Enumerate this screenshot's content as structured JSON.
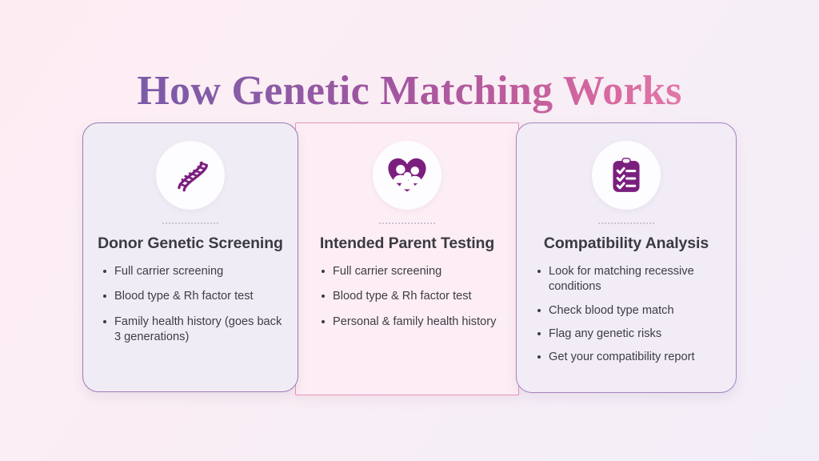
{
  "page": {
    "title": "How Genetic Matching Works",
    "background_start": "#fdedf3",
    "background_end": "#f2eef8",
    "title_gradient_start": "#7a5aa8",
    "title_gradient_end": "#e07aa8"
  },
  "cards": [
    {
      "icon": "dna-helix-icon",
      "title": "Donor Genetic Screening",
      "accent_color": "#9b7bb5",
      "background_color": "#f0ecf5",
      "bullets": [
        "Full carrier screening",
        "Blood type & Rh factor test",
        "Family health history (goes back 3 generations)"
      ]
    },
    {
      "icon": "family-heart-icon",
      "title": "Intended Parent Testing",
      "accent_color": "#eb93b9",
      "background_color": "#fceef4",
      "bullets": [
        "Full carrier screening",
        "Blood type & Rh factor test",
        "Personal & family health history"
      ]
    },
    {
      "icon": "clipboard-checklist-icon",
      "title": "Compatibility Analysis",
      "accent_color": "#a781bd",
      "background_color": "#f1ecf6",
      "bullets": [
        "Look for matching recessive conditions",
        "Check blood type match",
        "Flag any genetic risks",
        "Get your compatibility report"
      ]
    }
  ]
}
